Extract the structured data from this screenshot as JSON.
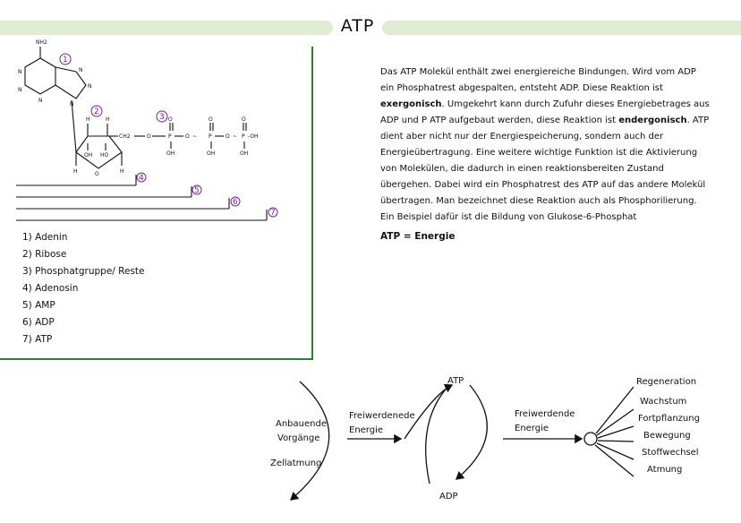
{
  "title": "ATP",
  "structure": {
    "labels": {
      "nh2": "NH2",
      "n": "N",
      "h": "H",
      "oh": "OH",
      "ho": "HO",
      "ch2": "CH2",
      "o": "O",
      "p": "P",
      "tilde": "~",
      "ooh": "-OH"
    },
    "markers": [
      "1",
      "2",
      "3",
      "4",
      "5",
      "6",
      "7"
    ]
  },
  "legend": [
    "1) Adenin",
    "2) Ribose",
    "3) Phosphatgruppe/ Reste",
    "4) Adenosin",
    "5) AMP",
    "6) ADP",
    "7) ATP"
  ],
  "description": {
    "p1": "Das ATP Molekül enthält zwei energiereiche Bindungen. Wird vom ADP ein Phosphatrest abgespalten, entsteht ADP. Diese Reaktion ist ",
    "b1": "exergonisch",
    "p2": ". Umgekehrt kann durch Zufuhr dieses Energiebetrages aus ADP und P ATP aufgebaut werden, diese Reaktion ist ",
    "b2": "endergonisch",
    "p3": ". ATP dient aber nicht nur der Energiespeicherung, sondern auch der Energieübertragung. Eine weitere wichtige Funktion ist die Aktivierung von Molekülen, die dadurch in einen reaktionsbereiten Zustand übergehen. Dabei wird ein Phosphatrest des ATP auf das andere Molekül übertragen. Man bezeichnet diese Reaktion auch als Phosphorilierung. Ein Beispiel dafür ist die Bildung von Glukose-6-Phosphat"
  },
  "atp_energy": "ATP = Energie",
  "cycle": {
    "anabolic_line1": "Anbauende",
    "anabolic_line2": "Vorgänge",
    "cell_respiration": "Zellatmung",
    "released_1_line1": "Freiwerdenede",
    "released_1_line2": "Energie",
    "atp": "ATP",
    "adp": "ADP",
    "released_2_line1": "Freiwerdende",
    "released_2_line2": "Energie",
    "uses": [
      "Regeneration",
      "Wachstum",
      "Fortpflanzung",
      "Bewegung",
      "Stoffwechsel",
      "Atmung"
    ]
  }
}
